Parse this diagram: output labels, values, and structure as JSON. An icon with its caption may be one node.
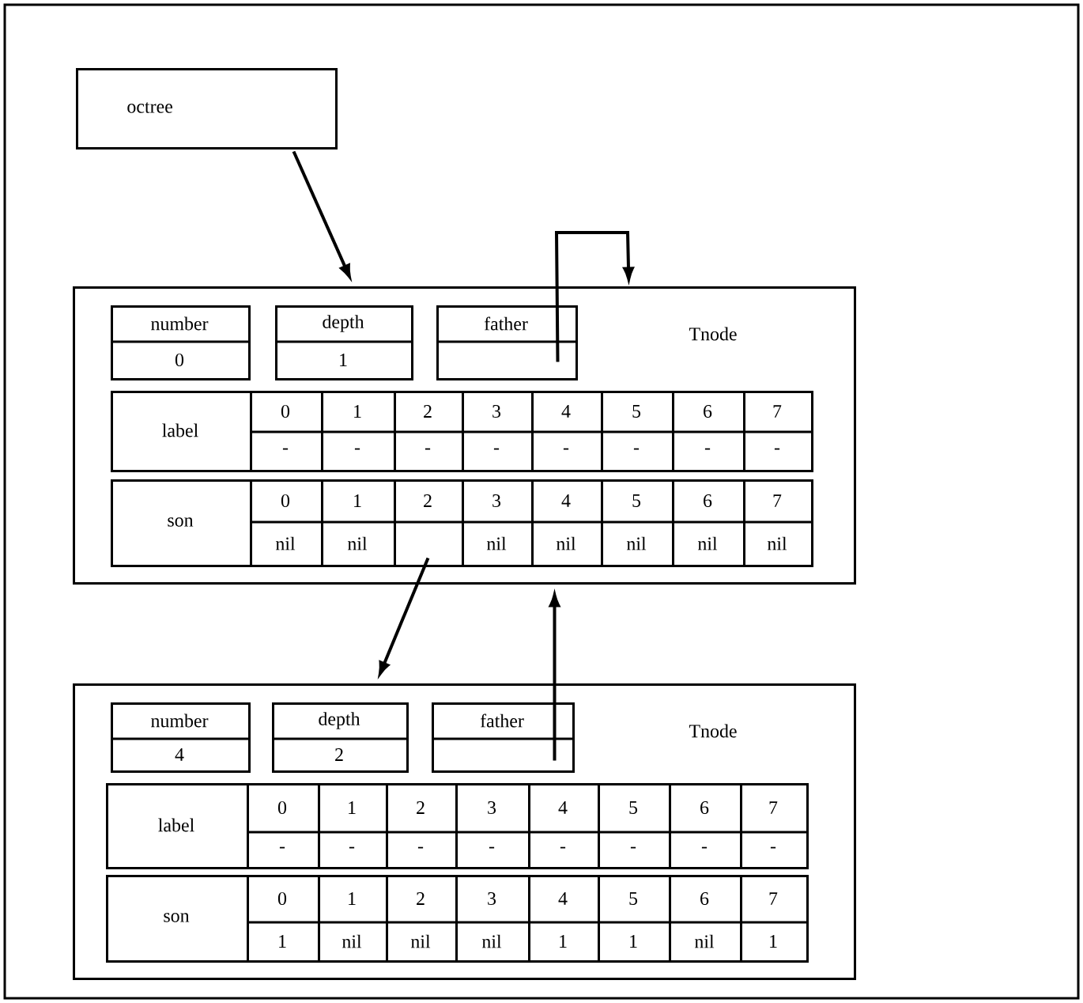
{
  "diagram": {
    "nodes": [
      {
        "text": [
          "octree"
        ]
      },
      {
        "text": [
          "Tnode"
        ]
      },
      {
        "text": [
          "number",
          "0"
        ],
        "in": 1
      },
      {
        "text": [
          "depth",
          "1"
        ],
        "in": 1
      },
      {
        "text": [
          "father"
        ],
        "in": 1
      },
      {
        "text": [
          "label"
        ],
        "in": 1
      },
      {
        "text": [
          "0",
          "-"
        ],
        "in": 5
      },
      {
        "text": [
          "1",
          "-"
        ],
        "in": 5
      },
      {
        "text": [
          "2",
          "-"
        ],
        "in": 5
      },
      {
        "text": [
          "3",
          "-"
        ],
        "in": 5
      },
      {
        "text": [
          "4",
          "-"
        ],
        "in": 5
      },
      {
        "text": [
          "5",
          "-"
        ],
        "in": 5
      },
      {
        "text": [
          "6",
          "-"
        ],
        "in": 5
      },
      {
        "text": [
          "7",
          "-"
        ],
        "in": 5
      },
      {
        "text": [
          "son"
        ],
        "in": 1
      },
      {
        "text": [
          "0",
          "nil"
        ],
        "in": 14
      },
      {
        "text": [
          "1",
          "nil"
        ],
        "in": 14
      },
      {
        "text": [
          "2"
        ],
        "in": 14
      },
      {
        "text": [
          "3",
          "nil"
        ],
        "in": 14
      },
      {
        "text": [
          "4",
          "nil"
        ],
        "in": 14
      },
      {
        "text": [
          "5",
          "nil"
        ],
        "in": 14
      },
      {
        "text": [
          "6",
          "nil"
        ],
        "in": 14
      },
      {
        "text": [
          "7",
          "nil"
        ],
        "in": 14
      },
      {
        "text": [
          "Tnode"
        ]
      },
      {
        "text": [
          "number",
          "4"
        ],
        "in": 23
      },
      {
        "text": [
          "depth",
          "2"
        ],
        "in": 23
      },
      {
        "text": [
          "father"
        ],
        "in": 23
      },
      {
        "text": [
          "label"
        ],
        "in": 23
      },
      {
        "text": [
          "0",
          "-"
        ],
        "in": 27
      },
      {
        "text": [
          "1",
          "-"
        ],
        "in": 27
      },
      {
        "text": [
          "2",
          "-"
        ],
        "in": 27
      },
      {
        "text": [
          "3",
          "-"
        ],
        "in": 27
      },
      {
        "text": [
          "4",
          "-"
        ],
        "in": 27
      },
      {
        "text": [
          "5",
          "-"
        ],
        "in": 27
      },
      {
        "text": [
          "6",
          "-"
        ],
        "in": 27
      },
      {
        "text": [
          "7",
          "-"
        ],
        "in": 27
      },
      {
        "text": [
          "son"
        ],
        "in": 23
      },
      {
        "text": [
          "0",
          "1"
        ],
        "in": 36
      },
      {
        "text": [
          "1",
          "nil"
        ],
        "in": 36
      },
      {
        "text": [
          "2",
          "nil"
        ],
        "in": 36
      },
      {
        "text": [
          "3",
          "nil"
        ],
        "in": 36
      },
      {
        "text": [
          "4",
          "1"
        ],
        "in": 36
      },
      {
        "text": [
          "5",
          "1"
        ],
        "in": 36
      },
      {
        "text": [
          "6",
          "nil"
        ],
        "in": 36
      },
      {
        "text": [
          "7",
          "1"
        ],
        "in": 36
      }
    ],
    "edges": [
      {
        "from": 0,
        "to": 1,
        "arrow": "to"
      },
      {
        "from": 4,
        "to": 1,
        "arrow": "to"
      },
      {
        "from": 17,
        "to": 23,
        "arrow": "to"
      },
      {
        "from": 26,
        "to": 1,
        "arrow": "to"
      }
    ]
  }
}
